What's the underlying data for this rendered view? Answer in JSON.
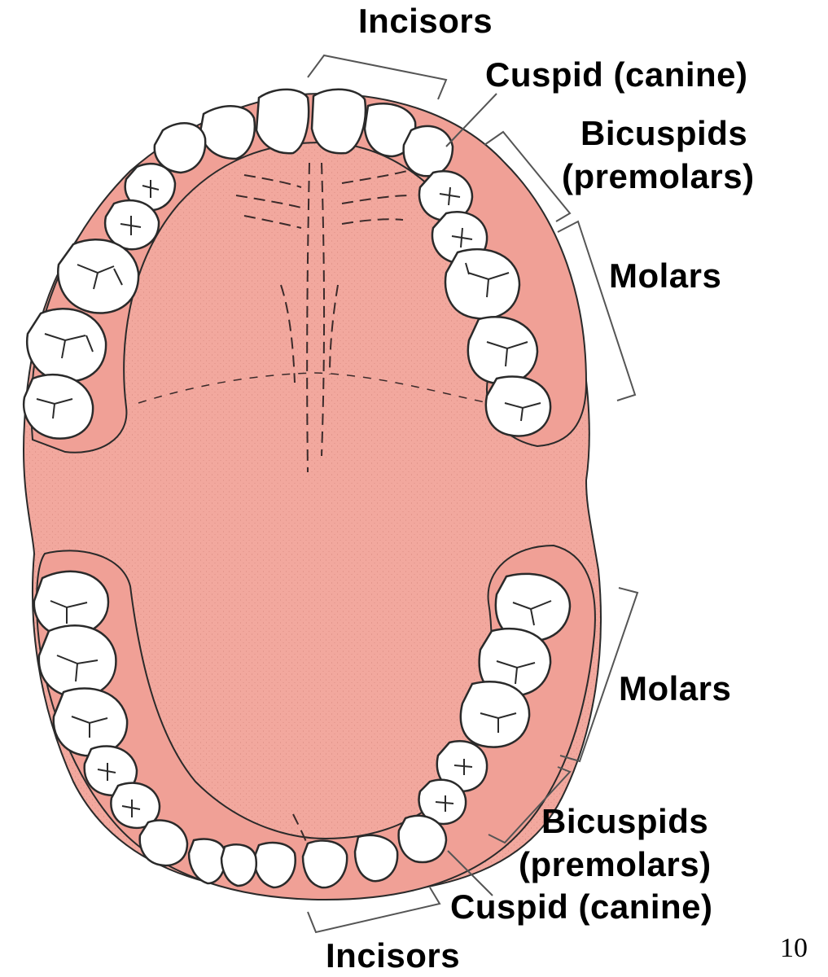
{
  "labels": {
    "upper_incisors": "Incisors",
    "upper_cuspid": "Cuspid (canine)",
    "upper_bicuspids": "Bicuspids",
    "upper_premolars": "(premolars)",
    "upper_molars": "Molars",
    "lower_molars": "Molars",
    "lower_bicuspids": "Bicuspids",
    "lower_premolars": "(premolars)",
    "lower_cuspid": "Cuspid (canine)",
    "lower_incisors": "Incisors"
  },
  "page_number": "10",
  "colors": {
    "gum": "#f2a89e",
    "gum_dark": "#e8958a",
    "tooth": "#ffffff",
    "outline": "#2a2a2a",
    "text": "#000000"
  }
}
